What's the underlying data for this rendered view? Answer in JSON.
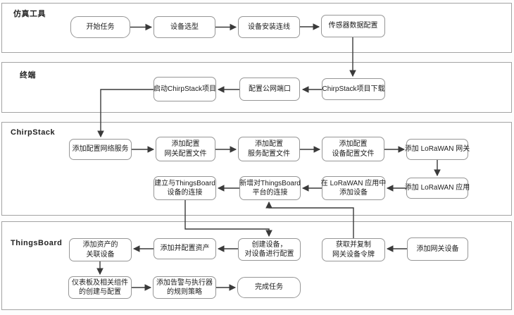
{
  "diagram_title": "IoT simulation deployment flowchart",
  "colors": {
    "box_border": "#969696",
    "lane_border": "#a3a3a3",
    "arrow": "#3a3a3a",
    "background": "#ffffff",
    "text": "#1c1c1c"
  },
  "lanes": [
    {
      "label": "仿真工具"
    },
    {
      "label": "终端"
    },
    {
      "label": "ChirpStack"
    },
    {
      "label": "ThingsBoard"
    }
  ],
  "nodes": {
    "start_task": {
      "label": "开始任务",
      "lane": "仿真工具",
      "shape": "terminator"
    },
    "device_selection": {
      "label": "设备选型",
      "lane": "仿真工具",
      "shape": "process"
    },
    "device_install_wiring": {
      "label": "设备安装连线",
      "lane": "仿真工具",
      "shape": "process"
    },
    "sensor_data_config": {
      "label": "传感器数据配置",
      "lane": "仿真工具",
      "shape": "process"
    },
    "launch_chirpstack": {
      "label": "启动ChirpStack项目",
      "lane": "终端",
      "shape": "process"
    },
    "config_public_port": {
      "label": "配置公网端口",
      "lane": "终端",
      "shape": "process"
    },
    "chirpstack_download": {
      "label": "ChirpStack项目下载",
      "lane": "终端",
      "shape": "process"
    },
    "add_network_service": {
      "label": "添加配置网络服务",
      "lane": "ChirpStack",
      "shape": "process"
    },
    "gateway_profile": {
      "label": "添加配置\n网关配置文件",
      "lane": "ChirpStack",
      "shape": "process"
    },
    "service_profile": {
      "label": "添加配置\n服务配置文件",
      "lane": "ChirpStack",
      "shape": "process"
    },
    "device_profile": {
      "label": "添加配置\n设备配置文件",
      "lane": "ChirpStack",
      "shape": "process"
    },
    "add_lorawan_gateway": {
      "label": "添加 LoRaWAN 网关",
      "lane": "ChirpStack",
      "shape": "process"
    },
    "add_lorawan_app": {
      "label": "添加 LoRaWAN 应用",
      "lane": "ChirpStack",
      "shape": "process"
    },
    "add_device_in_app": {
      "label": "在 LoRaWAN 应用中\n添加设备",
      "lane": "ChirpStack",
      "shape": "process"
    },
    "new_tb_connection": {
      "label": "新增对ThingsBoard\n平台的连接",
      "lane": "ChirpStack",
      "shape": "process"
    },
    "establish_device_conn": {
      "label": "建立与ThingsBoard\n设备的连接",
      "lane": "ChirpStack",
      "shape": "process"
    },
    "add_asset_devices": {
      "label": "添加资产的\n关联设备",
      "lane": "ThingsBoard",
      "shape": "process"
    },
    "add_configure_asset": {
      "label": "添加并配置资产",
      "lane": "ThingsBoard",
      "shape": "process"
    },
    "create_configure_device": {
      "label": "创建设备，\n对设备进行配置",
      "lane": "ThingsBoard",
      "shape": "process"
    },
    "copy_gateway_token": {
      "label": "获取并复制\n网关设备令牌",
      "lane": "ThingsBoard",
      "shape": "process"
    },
    "add_gateway_device": {
      "label": "添加网关设备",
      "lane": "ThingsBoard",
      "shape": "process"
    },
    "dashboard_creation": {
      "label": "仪表板及相关组件\n的创建与配置",
      "lane": "ThingsBoard",
      "shape": "process"
    },
    "alarm_rules": {
      "label": "添加告警与执行器\n的规则策略",
      "lane": "ThingsBoard",
      "shape": "process"
    },
    "finish_task": {
      "label": "完成任务",
      "lane": "ThingsBoard",
      "shape": "terminator"
    }
  },
  "edges": [
    {
      "from": "start_task",
      "to": "device_selection"
    },
    {
      "from": "device_selection",
      "to": "device_install_wiring"
    },
    {
      "from": "device_install_wiring",
      "to": "sensor_data_config"
    },
    {
      "from": "sensor_data_config",
      "to": "chirpstack_download"
    },
    {
      "from": "chirpstack_download",
      "to": "config_public_port"
    },
    {
      "from": "config_public_port",
      "to": "launch_chirpstack"
    },
    {
      "from": "launch_chirpstack",
      "to": "add_network_service"
    },
    {
      "from": "add_network_service",
      "to": "gateway_profile"
    },
    {
      "from": "gateway_profile",
      "to": "service_profile"
    },
    {
      "from": "service_profile",
      "to": "device_profile"
    },
    {
      "from": "device_profile",
      "to": "add_lorawan_gateway"
    },
    {
      "from": "add_lorawan_gateway",
      "to": "add_lorawan_app"
    },
    {
      "from": "add_lorawan_app",
      "to": "add_device_in_app"
    },
    {
      "from": "add_device_in_app",
      "to": "new_tb_connection"
    },
    {
      "from": "new_tb_connection",
      "to": "establish_device_conn"
    },
    {
      "from": "establish_device_conn",
      "to": "create_configure_device"
    },
    {
      "from": "copy_gateway_token",
      "to": "new_tb_connection"
    },
    {
      "from": "add_gateway_device",
      "to": "copy_gateway_token"
    },
    {
      "from": "create_configure_device",
      "to": "add_configure_asset"
    },
    {
      "from": "add_configure_asset",
      "to": "add_asset_devices"
    },
    {
      "from": "add_asset_devices",
      "to": "dashboard_creation"
    },
    {
      "from": "dashboard_creation",
      "to": "alarm_rules"
    },
    {
      "from": "alarm_rules",
      "to": "finish_task"
    }
  ]
}
